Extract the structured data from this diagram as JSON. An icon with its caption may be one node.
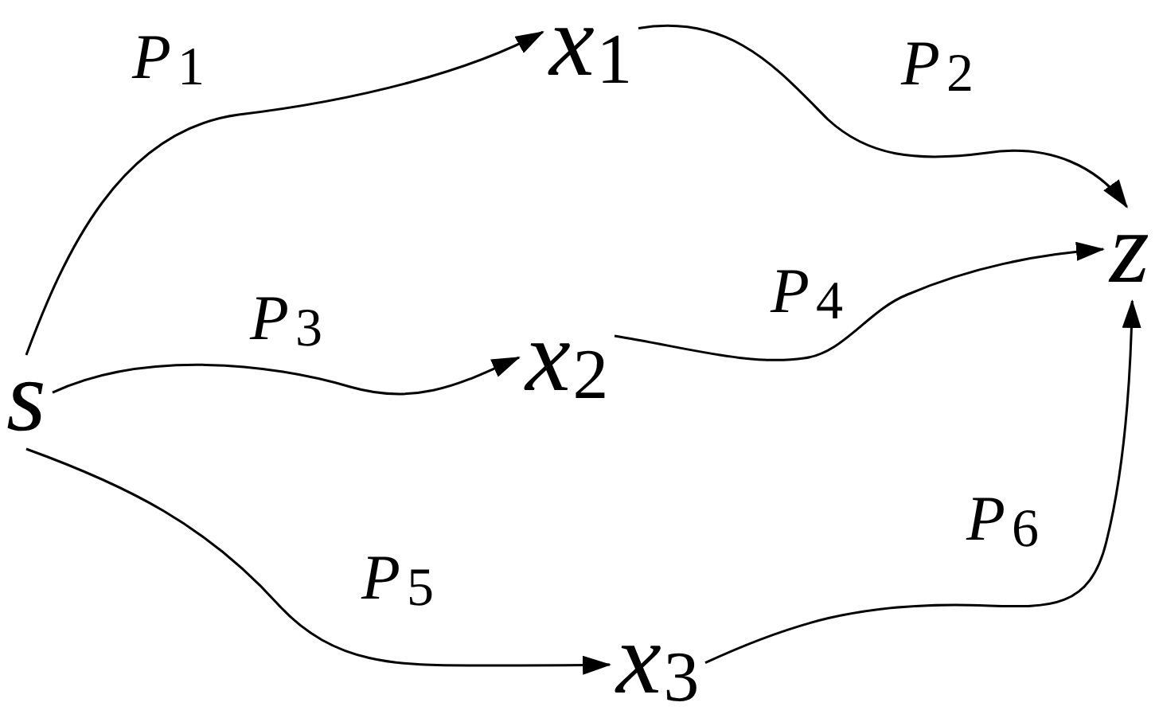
{
  "diagram": {
    "nodes": [
      {
        "text": [
          "s"
        ]
      },
      {
        "text": [
          "x$_{1}$"
        ]
      },
      {
        "text": [
          "x$_{2}$"
        ]
      },
      {
        "text": [
          "x$_{3}$"
        ]
      },
      {
        "text": [
          "z"
        ]
      }
    ],
    "edges": [
      {
        "from": 0,
        "to": 1,
        "arrow": "to",
        "label": "P$_{1}$"
      },
      {
        "from": 1,
        "to": 4,
        "arrow": "to",
        "label": "P$_{2}$"
      },
      {
        "from": 0,
        "to": 2,
        "arrow": "to",
        "label": "P$_{3}$"
      },
      {
        "from": 2,
        "to": 4,
        "arrow": "to",
        "label": "P$_{4}$"
      },
      {
        "from": 0,
        "to": 3,
        "arrow": "to",
        "label": "P$_{5}$"
      },
      {
        "from": 3,
        "to": 4,
        "arrow": "to",
        "label": "P$_{6}$"
      }
    ]
  }
}
